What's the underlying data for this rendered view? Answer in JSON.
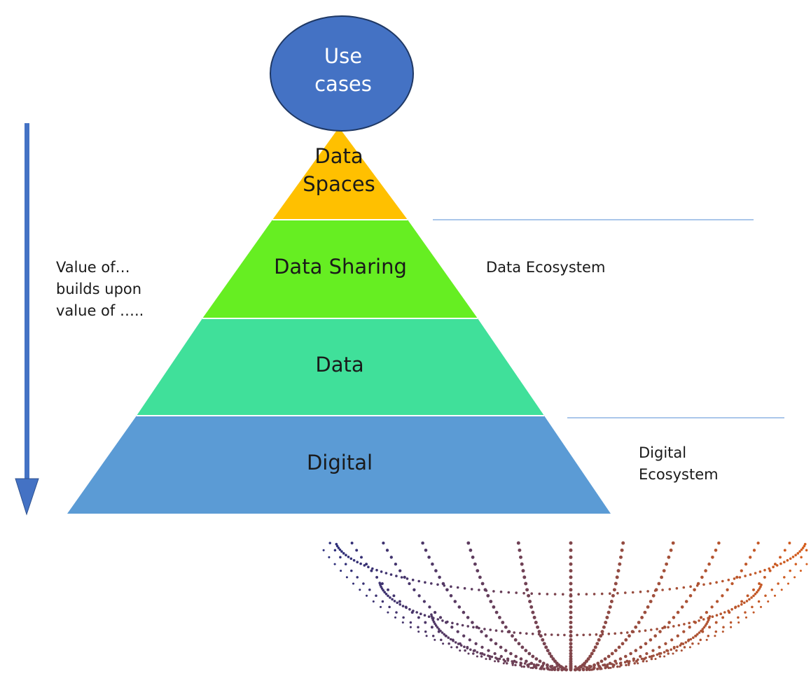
{
  "colors": {
    "data_spaces": "#FFC000",
    "data_sharing": "#66EE22",
    "data": "#40E09A",
    "digital": "#5B9BD5",
    "use_cases_circle": "#4472C4",
    "arrow": "#4472C4",
    "separator_line": "#8EB4E3"
  },
  "use_cases": {
    "line1": "Use",
    "line2": "cases"
  },
  "pyramid": {
    "tiers": [
      {
        "line1": "Data",
        "line2": "Spaces"
      },
      {
        "label": "Data Sharing"
      },
      {
        "label": "Data"
      },
      {
        "label": "Digital"
      }
    ]
  },
  "arrow_note": {
    "line1": "Value of…",
    "line2": "builds upon",
    "line3": "value of ….."
  },
  "ecosystems": {
    "data": {
      "label": "Data Ecosystem"
    },
    "digital": {
      "line1": "Digital",
      "line2": "Ecosystem"
    }
  },
  "decoration": {
    "icon": "dotted-sphere-icon"
  }
}
